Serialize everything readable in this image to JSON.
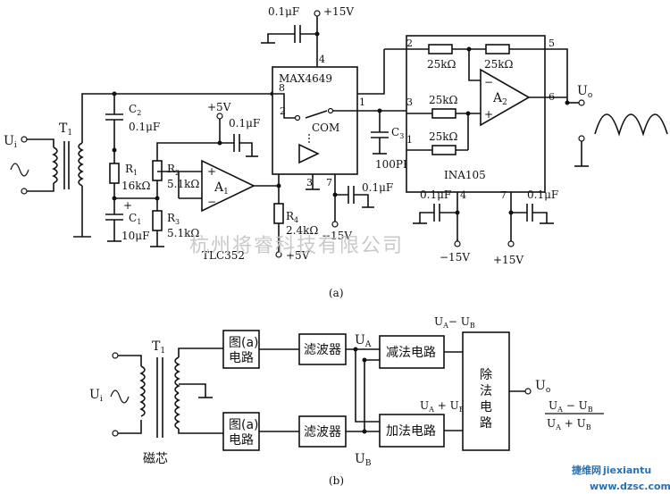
{
  "watermark": "杭州将睿科技有限公司",
  "logo": {
    "line1": "捷维网",
    "line2": "jiexiantu",
    "line3": "www.dzsc.com",
    "color": "#2a6fb0"
  },
  "fig_a": {
    "caption": "(a)",
    "ui": "U",
    "ui_sub": "i",
    "t1": "T",
    "t1_sub": "1",
    "c2": "C",
    "c2_sub": "2",
    "c2_val": "0.1μF",
    "r1": "R",
    "r1_sub": "1",
    "r1_val": "16kΩ",
    "c1": "C",
    "c1_sub": "1",
    "c1_val": "10μF",
    "plus_mark": "+",
    "r2": "R",
    "r2_sub": "2",
    "r2_val": "5.1kΩ",
    "r3": "R",
    "r3_sub": "3",
    "r3_val": "5.1kΩ",
    "a1": "A",
    "a1_sub": "1",
    "a1_minus": "−",
    "a1_plus": "+",
    "tlc": "TLC352",
    "vplus5_top": "+5V",
    "cap_a1": "0.1μF",
    "r4": "R",
    "r4_sub": "4",
    "r4_val": "2.4kΩ",
    "vplus5_bot": "+5V",
    "max": "MAX4649",
    "pin8": "8",
    "pin4": "4",
    "pin2": "2",
    "pin1": "1",
    "pin3": "3",
    "pin7": "7",
    "com": "COM",
    "cap_top": "0.1μF",
    "v15_top": "+15V",
    "cap_pin7": "0.1μF",
    "vm15_mid": "−15V",
    "c3": "C",
    "c3_sub": "3",
    "c3_val": "100PF",
    "ina_pin2": "2",
    "ina_pin5": "5",
    "ina_pin3": "3",
    "ina_pin1": "1",
    "ina_pin6": "6",
    "ina_pin4": "4",
    "ina_pin7": "7",
    "res_25k_1": "25kΩ",
    "res_25k_2": "25kΩ",
    "res_25k_3": "25kΩ",
    "res_25k_4": "25kΩ",
    "a2": "A",
    "a2_sub": "2",
    "a2_minus": "−",
    "a2_plus": "+",
    "ina": "INA105",
    "uo": "U",
    "uo_sub": "o",
    "cap_pin4": "0.1μF",
    "vm15": "−15V",
    "cap_pin7b": "0.1μF",
    "vp15": "+15V"
  },
  "fig_b": {
    "caption": "(b)",
    "t1": "T",
    "t1_sub": "1",
    "ui": "U",
    "ui_sub": "i",
    "core": "磁芯",
    "circuit_a_l1": "图(a)",
    "circuit_a_l2": "电路",
    "circuit_b_l1": "图(a)",
    "circuit_b_l2": "电路",
    "filter1": "滤波器",
    "filter2": "滤波器",
    "ua": "U",
    "ua_sub": "A",
    "ub": "U",
    "ub_sub": "B",
    "sub_circuit": "减法电路",
    "add_circuit": "加法电路",
    "div_chars": [
      "除",
      "法",
      "电",
      "路"
    ],
    "diff_label_a": "U",
    "diff_label_a_sub": "A",
    "diff_label_minus": "− ",
    "diff_label_b": "U",
    "diff_label_b_sub": "B",
    "sum_label_a": "U",
    "sum_label_a_sub": "A",
    "sum_label_plus": " + ",
    "sum_label_b": "U",
    "sum_label_b_sub": "B",
    "uo": "U",
    "uo_sub": "o",
    "num_a": "U",
    "num_a_sub": "A",
    "num_minus": " − ",
    "num_b": "U",
    "num_b_sub": "B",
    "den_a": "U",
    "den_a_sub": "A",
    "den_plus": " + ",
    "den_b": "U",
    "den_b_sub": "B"
  }
}
